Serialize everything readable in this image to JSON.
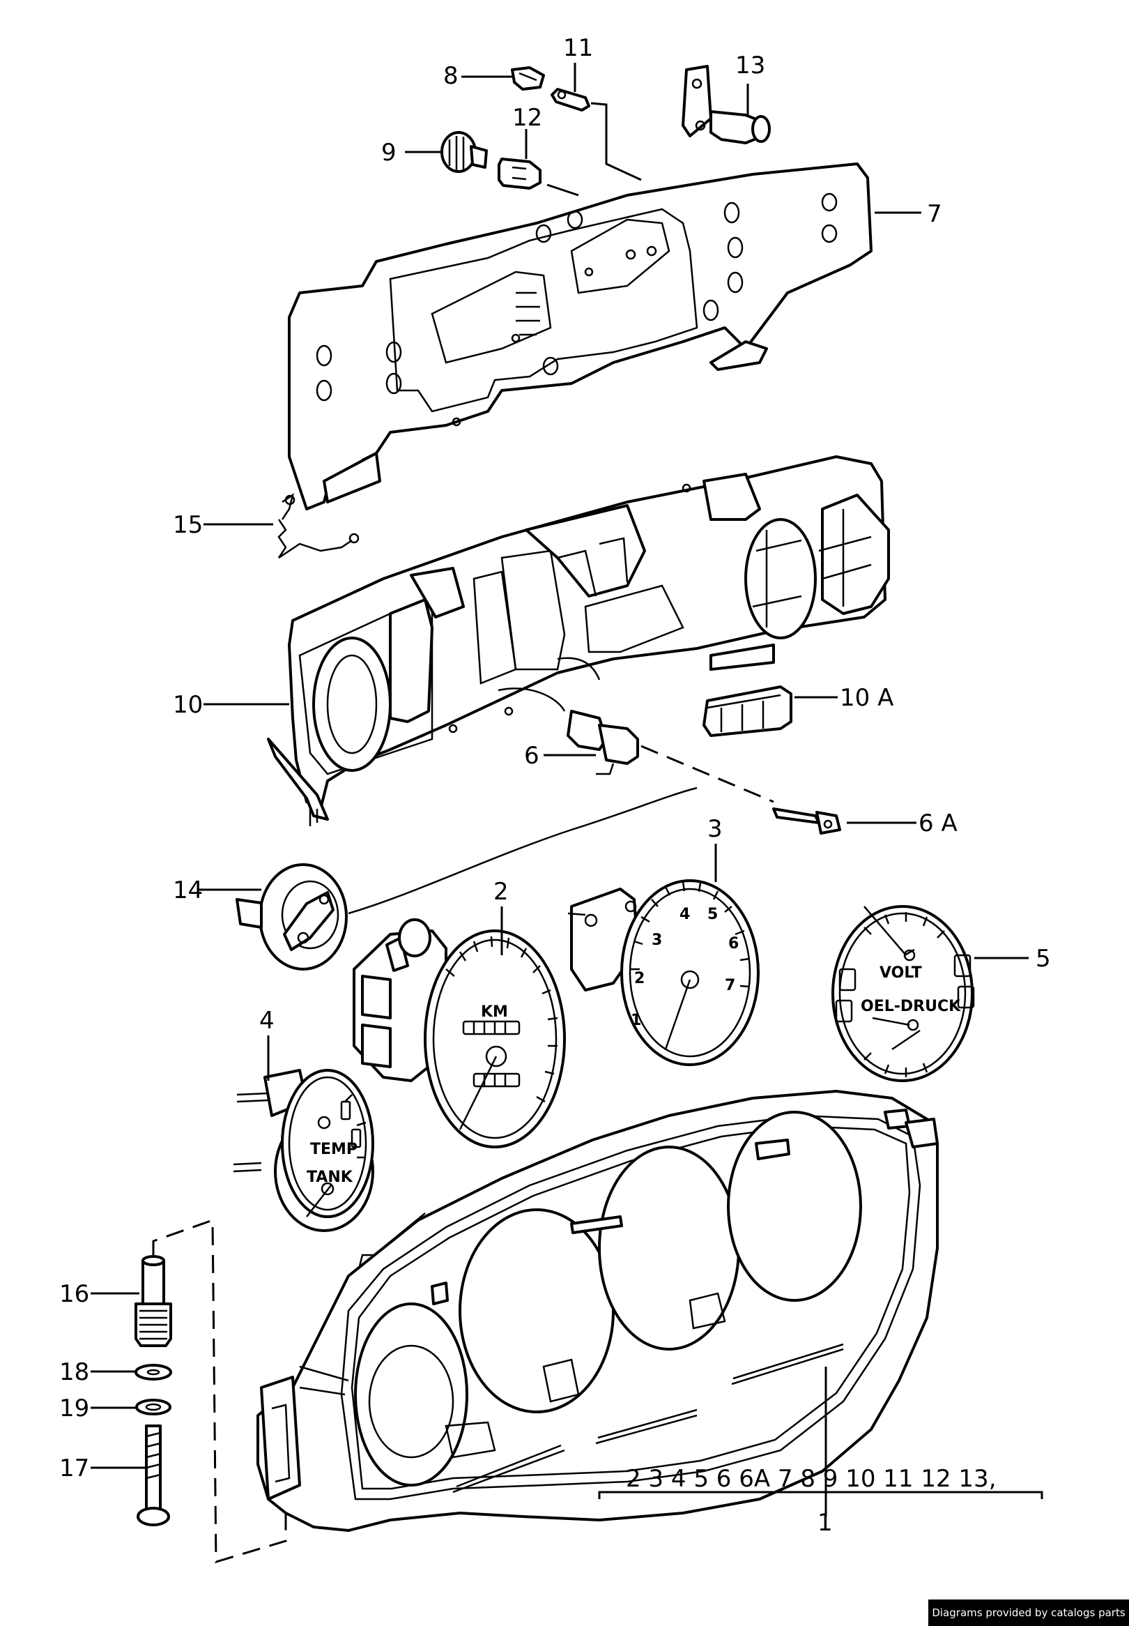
{
  "callouts": {
    "c1": "1",
    "c2": "2",
    "c3": "3",
    "c4": "4",
    "c5": "5",
    "c6": "6",
    "c6a": "6 A",
    "c7": "7",
    "c8": "8",
    "c9": "9",
    "c10": "10",
    "c10a": "10 A",
    "c11": "11",
    "c12": "12",
    "c13": "13",
    "c14": "14",
    "c15": "15",
    "c16": "16",
    "c17": "17",
    "c18": "18",
    "c19": "19"
  },
  "assembly_list": "2 3 4 5 6 6A 7 8 9 10 11 12 13,",
  "dial_text": {
    "km": "KM",
    "temp": "TEMP",
    "tank": "TANK",
    "volt": "VOLT",
    "oel_druck": "OEL-DRUCK",
    "tach_1": "1",
    "tach_2": "2",
    "tach_3": "3",
    "tach_4": "4",
    "tach_5": "5",
    "tach_6": "6",
    "tach_7": "7"
  },
  "credit": "Diagrams provided by catalogs parts"
}
